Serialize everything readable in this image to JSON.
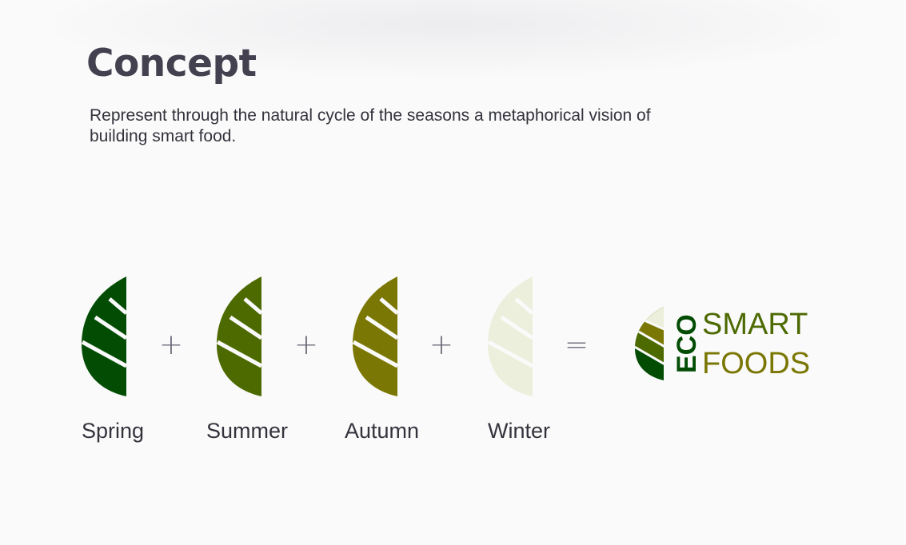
{
  "title": "Concept",
  "description": "Represent through the natural cycle of the seasons a metaphorical vision of building smart food.",
  "seasons": [
    {
      "label": "Spring",
      "color": "#024d03"
    },
    {
      "label": "Summer",
      "color": "#4d6a01"
    },
    {
      "label": "Autumn",
      "color": "#7b7704"
    },
    {
      "label": "Winter",
      "color": "#ecefdc"
    }
  ],
  "operators": {
    "plus": "+",
    "equals": "="
  },
  "logo": {
    "word_eco": "ECO",
    "word_smart": "SMART",
    "word_foods": "FOODS",
    "colors": {
      "eco": "#024d03",
      "smart": "#4d6a01",
      "foods": "#7b7704"
    }
  }
}
